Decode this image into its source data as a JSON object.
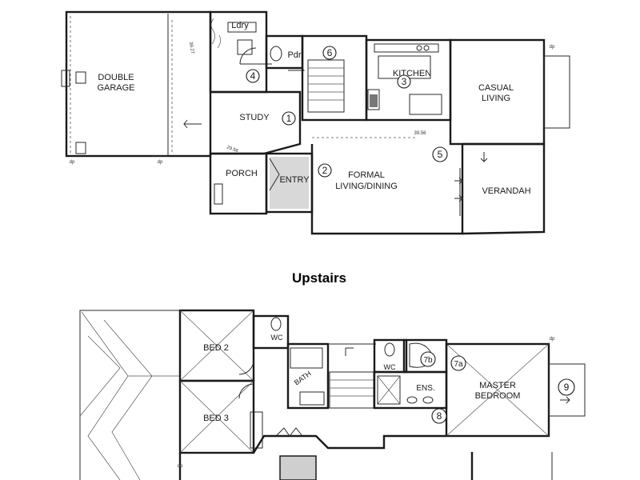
{
  "ground_floor": {
    "rooms": {
      "garage_line1": "DOUBLE",
      "garage_line2": "GARAGE",
      "study": "STUDY",
      "pdr": "Pdr",
      "lndry": "Ldry",
      "kitchen": "KITCHEN",
      "casual_line1": "CASUAL",
      "casual_line2": "LIVING",
      "porch": "PORCH",
      "entry": "ENTRY",
      "formal_line1": "FORMAL",
      "formal_line2": "LIVING/DINING",
      "verandah": "VERANDAH"
    },
    "markers": [
      "1",
      "2",
      "3",
      "4",
      "5",
      "6"
    ],
    "dims": [
      "39.27",
      "29.56",
      "39.56"
    ],
    "dp": "dp"
  },
  "section_heading": "Upstairs",
  "upper_floor": {
    "rooms": {
      "bed2": "BED 2",
      "bed3": "BED 3",
      "wc1": "WC",
      "wc2": "WC",
      "bath": "BATH",
      "ens": "ENS.",
      "master_line1": "MASTER",
      "master_line2": "BEDROOM"
    },
    "markers": [
      "7b",
      "7a",
      "8",
      "9"
    ],
    "dp": "dp"
  }
}
